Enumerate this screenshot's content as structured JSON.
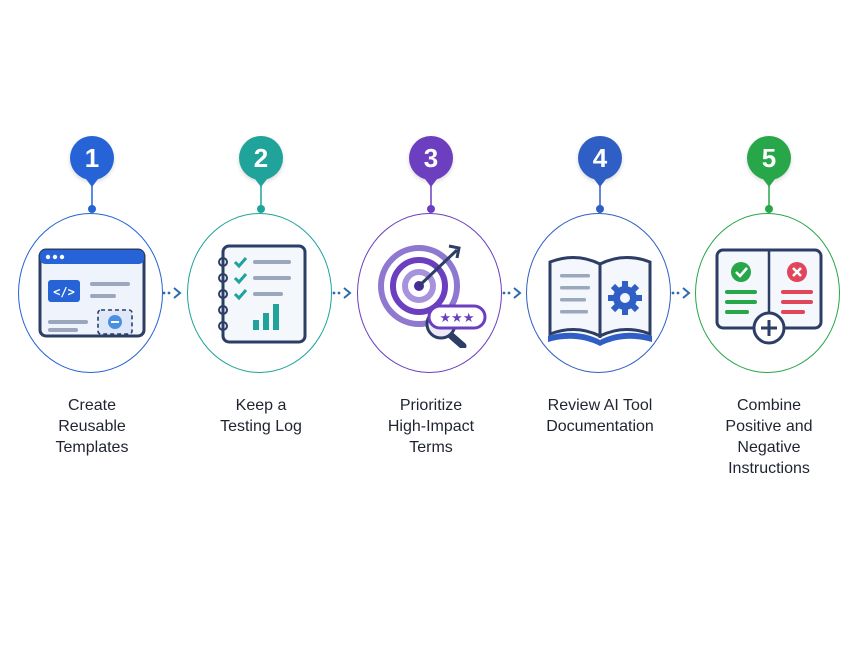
{
  "steps": [
    {
      "number": "1",
      "label": "Create\nReusable\nTemplates",
      "color": "#2563d6",
      "icon": "code-template-icon"
    },
    {
      "number": "2",
      "label": "Keep a\nTesting Log",
      "color": "#1fa39a",
      "icon": "checklist-notebook-icon"
    },
    {
      "number": "3",
      "label": "Prioritize\nHigh-Impact\nTerms",
      "color": "#6b3fbf",
      "icon": "target-magnifier-icon"
    },
    {
      "number": "4",
      "label": "Review AI Tool\nDocumentation",
      "color": "#2f5fc4",
      "icon": "book-gear-icon"
    },
    {
      "number": "5",
      "label": "Combine\nPositive and\nNegative\nInstructions",
      "color": "#27a64a",
      "icon": "positive-negative-icon"
    }
  ],
  "connector_color": "#2b6cb0"
}
